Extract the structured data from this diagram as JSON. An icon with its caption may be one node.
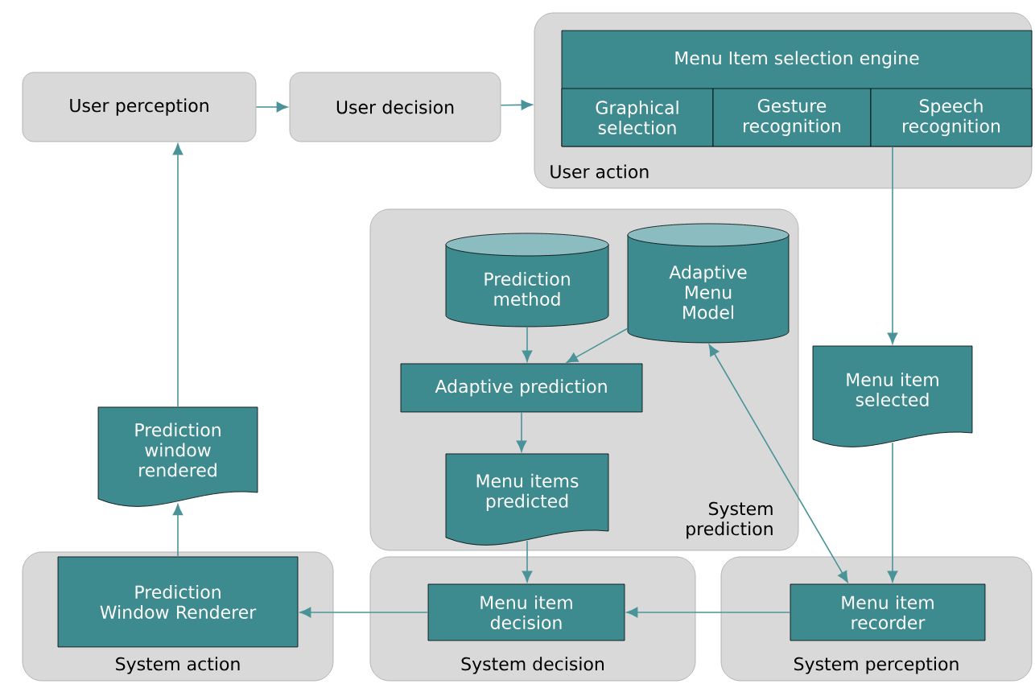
{
  "diagram": {
    "nodes": [
      {
        "text": [
          "User perception"
        ]
      },
      {
        "text": [
          "User decision"
        ]
      },
      {
        "text": [
          "User action"
        ]
      },
      {
        "text": [
          "Menu Item selection engine"
        ],
        "in": 2
      },
      {
        "text": [
          "Graphical selection"
        ],
        "in": 3
      },
      {
        "text": [
          "Gesture recognition"
        ],
        "in": 3
      },
      {
        "text": [
          "Speech recognition"
        ],
        "in": 3
      },
      {
        "text": [
          "System prediction"
        ]
      },
      {
        "text": [
          "Prediction method"
        ],
        "in": 7
      },
      {
        "text": [
          "Adaptive Menu Model"
        ],
        "in": 7
      },
      {
        "text": [
          "Adaptive prediction"
        ],
        "in": 7
      },
      {
        "text": [
          "Menu items predicted"
        ],
        "in": 7
      },
      {
        "text": [
          "Menu item selected"
        ]
      },
      {
        "text": [
          "Prediction window rendered"
        ]
      },
      {
        "text": [
          "System action"
        ]
      },
      {
        "text": [
          "Prediction Window Renderer"
        ],
        "in": 14
      },
      {
        "text": [
          "System decision"
        ]
      },
      {
        "text": [
          "Menu item decision"
        ],
        "in": 16
      },
      {
        "text": [
          "System perception"
        ]
      },
      {
        "text": [
          "Menu item recorder"
        ],
        "in": 18
      }
    ],
    "edges": [
      {
        "from": 0,
        "to": 1,
        "arrow": "to"
      },
      {
        "from": 1,
        "to": 2,
        "arrow": "to"
      },
      {
        "from": 6,
        "to": 12,
        "arrow": "to"
      },
      {
        "from": 8,
        "to": 10,
        "arrow": "to"
      },
      {
        "from": 9,
        "to": 10,
        "arrow": "to"
      },
      {
        "from": 10,
        "to": 11,
        "arrow": "to"
      },
      {
        "from": 9,
        "to": 19,
        "arrow": "both"
      },
      {
        "from": 12,
        "to": 19,
        "arrow": "to"
      },
      {
        "from": 11,
        "to": 17,
        "arrow": "to"
      },
      {
        "from": 19,
        "to": 17,
        "arrow": "to"
      },
      {
        "from": 17,
        "to": 15,
        "arrow": "to"
      },
      {
        "from": 15,
        "to": 13,
        "arrow": "to"
      },
      {
        "from": 13,
        "to": 0,
        "arrow": "to"
      }
    ]
  }
}
